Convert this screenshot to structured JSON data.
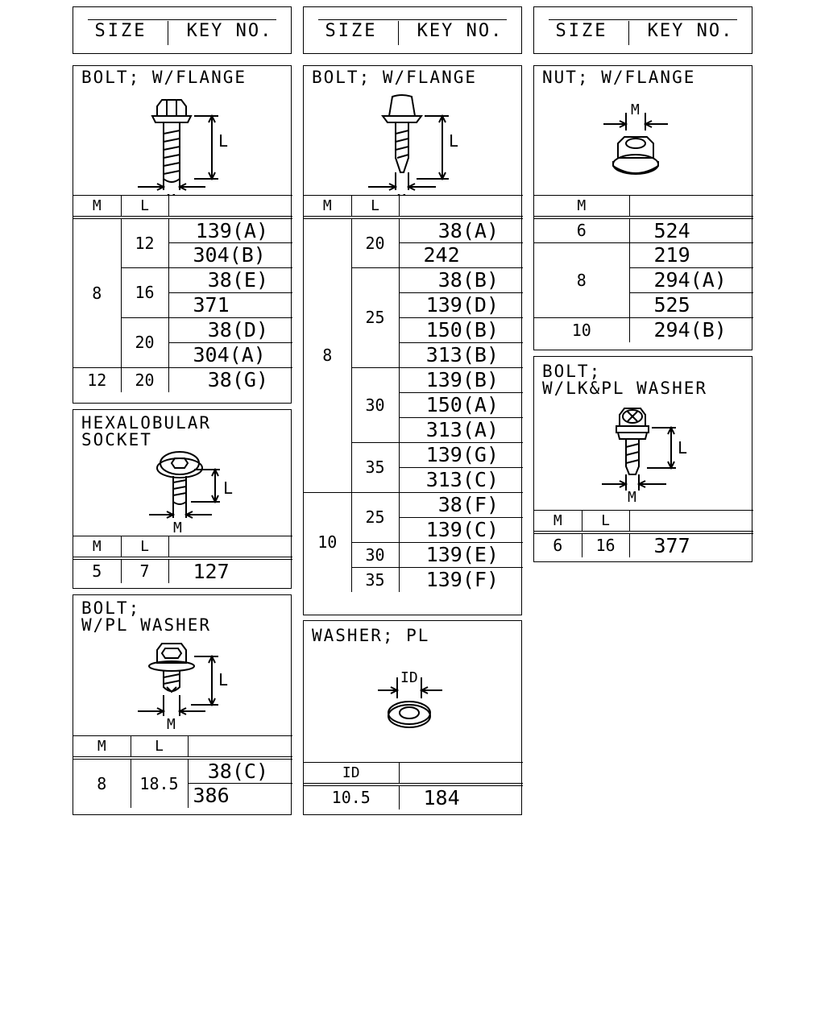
{
  "header": {
    "size_label": "SIZE",
    "key_label": "KEY NO."
  },
  "bolt_flange_1": {
    "title": "BOLT; W/FLANGE",
    "dim_l": "L",
    "dim_m": "M",
    "cols": [
      "M",
      "L",
      ""
    ],
    "rows": [
      {
        "m": "8",
        "l": "12",
        "k1": "139(A)",
        "k2": "304(B)"
      },
      {
        "l": "16",
        "k1": "38(E)",
        "k2": "371"
      },
      {
        "l": "20",
        "k1": "38(D)",
        "k2": "304(A)"
      },
      {
        "m": "12",
        "l": "20",
        "k1": "38(G)"
      }
    ]
  },
  "hexalobular": {
    "title": "HEXALOBULAR\nSOCKET",
    "dim_l": "L",
    "dim_m": "M",
    "cols": [
      "M",
      "L",
      ""
    ],
    "row": {
      "m": "5",
      "l": "7",
      "k": "127"
    }
  },
  "bolt_pl_washer": {
    "title": "BOLT;\nW/PL WASHER",
    "dim_l": "L",
    "dim_m": "M",
    "cols": [
      "M",
      "L",
      ""
    ],
    "row": {
      "m": "8",
      "l": "18.5",
      "k1": "38(C)",
      "k2": "386"
    }
  },
  "bolt_flange_2": {
    "title": "BOLT; W/FLANGE",
    "dim_l": "L",
    "dim_m": "M",
    "cols": [
      "M",
      "L",
      ""
    ],
    "m8": "8",
    "m10": "10",
    "g20": {
      "l": "20",
      "k": [
        "38(A)",
        "242"
      ]
    },
    "g25": {
      "l": "25",
      "k": [
        "38(B)",
        "139(D)",
        "150(B)",
        "313(B)"
      ]
    },
    "g30": {
      "l": "30",
      "k": [
        "139(B)",
        "150(A)",
        "313(A)"
      ]
    },
    "g35": {
      "l": "35",
      "k": [
        "139(G)",
        "313(C)"
      ]
    },
    "h25": {
      "l": "25",
      "k": [
        "38(F)",
        "139(C)"
      ]
    },
    "h30": {
      "l": "30",
      "k": "139(E)"
    },
    "h35": {
      "l": "35",
      "k": "139(F)"
    }
  },
  "washer_pl": {
    "title": "WASHER; PL",
    "dim_id": "ID",
    "cols": [
      "ID",
      ""
    ],
    "row": {
      "id": "10.5",
      "k": "184"
    }
  },
  "nut_flange": {
    "title": "NUT; W/FLANGE",
    "dim_m": "M",
    "cols": [
      "M",
      ""
    ],
    "rows": {
      "m6": "6",
      "k6": "524",
      "m8": "8",
      "k8": [
        "219",
        "294(A)",
        "525"
      ],
      "m10": "10",
      "k10": "294(B)"
    }
  },
  "bolt_lk_pl": {
    "title": "BOLT;\nW/LK&PL WASHER",
    "dim_l": "L",
    "dim_m": "M",
    "cols": [
      "M",
      "L",
      ""
    ],
    "row": {
      "m": "6",
      "l": "16",
      "k": "377"
    }
  }
}
